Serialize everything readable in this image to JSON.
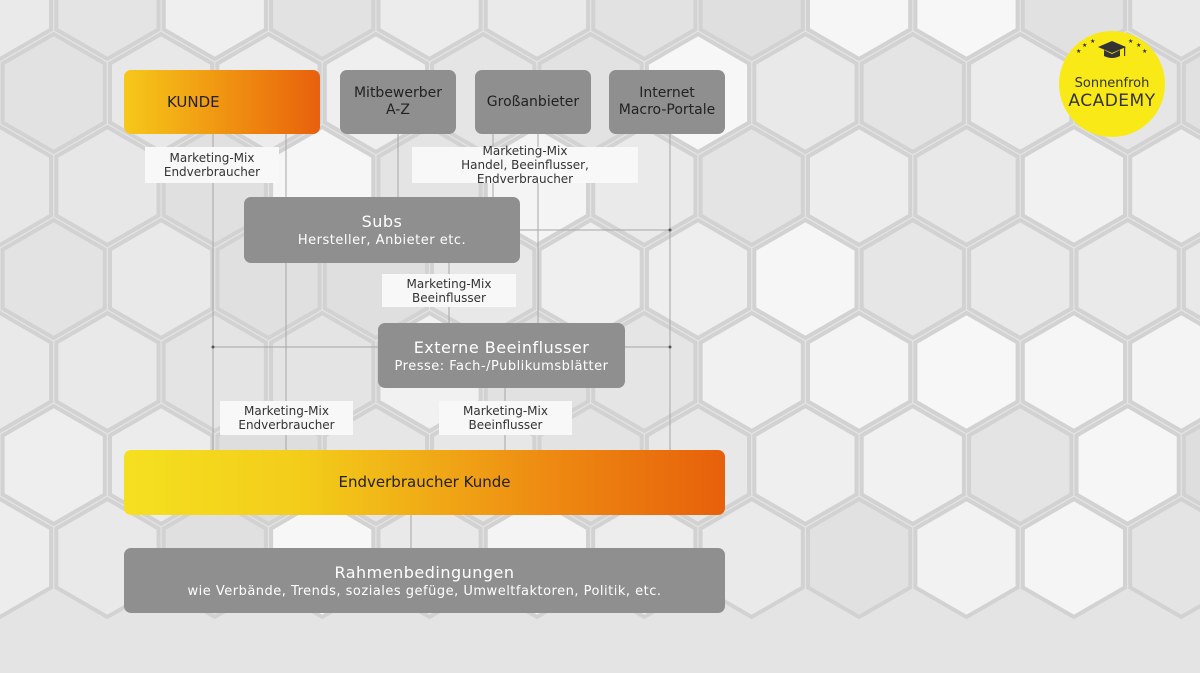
{
  "logo": {
    "line1": "Sonnenfroh",
    "line2": "ACADEMY",
    "color": "#f9ea17"
  },
  "boxes": {
    "kunde": "KUNDE",
    "mitbewerber": {
      "line1": "Mitbewerber",
      "line2": "A-Z"
    },
    "grossanbieter": "Großanbieter",
    "internet": {
      "line1": "Internet",
      "line2": "Macro-Portale"
    },
    "subs": {
      "title": "Subs",
      "subtitle": "Hersteller, Anbieter etc."
    },
    "externe": {
      "title": "Externe Beeinflusser",
      "subtitle": "Presse: Fach-/Publikumsblätter"
    },
    "endverbraucher": "Endverbraucher Kunde",
    "rahmen": {
      "title": "Rahmenbedingungen",
      "subtitle": "wie Verbände, Trends, soziales gefüge, Umweltfaktoren, Politik, etc."
    }
  },
  "labels": {
    "mm_end_top": {
      "line1": "Marketing-Mix",
      "line2": "Endverbraucher"
    },
    "mm_handel": {
      "line1": "Marketing-Mix",
      "line2": "Handel, Beeinflusser, Endverbraucher"
    },
    "mm_beein_mid": {
      "line1": "Marketing-Mix",
      "line2": "Beeinflusser"
    },
    "mm_end_bottom": {
      "line1": "Marketing-Mix",
      "line2": "Endverbraucher"
    },
    "mm_beein_bottom": {
      "line1": "Marketing-Mix",
      "line2": "Beeinflusser"
    }
  },
  "colors": {
    "grey_box": "#8f8f8f",
    "orange": "#e8600c",
    "yellow": "#f5e020"
  }
}
